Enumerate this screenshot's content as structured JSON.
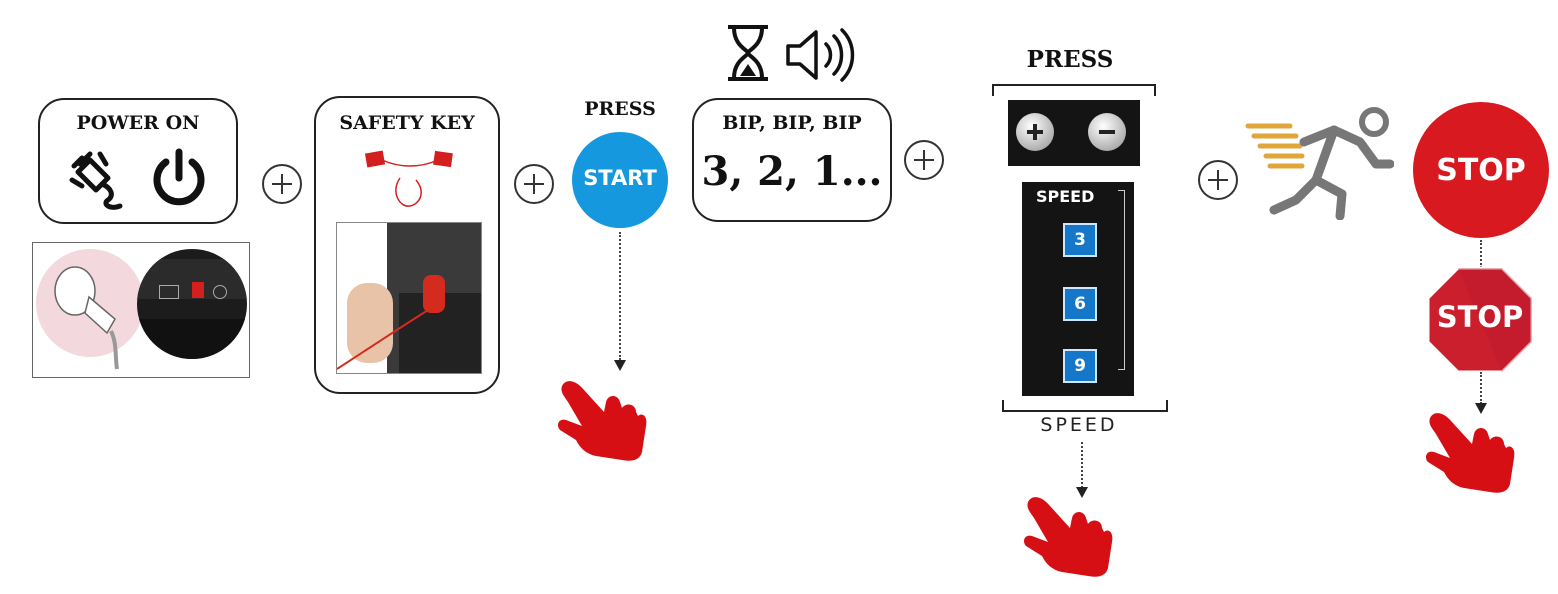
{
  "steps": {
    "power_on": {
      "title": "POWER ON"
    },
    "safety_key": {
      "title": "SAFETY KEY"
    },
    "start": {
      "press_label": "PRESS",
      "button_label": "START"
    },
    "countdown": {
      "title": "BIP, BIP, BIP",
      "value": "3, 2, 1..."
    },
    "speed": {
      "press_label": "PRESS",
      "panel_label": "SPEED",
      "keys": [
        "3",
        "6",
        "9"
      ],
      "caption": "SPEED"
    },
    "stop": {
      "button_label": "STOP",
      "sign_label": "STOP"
    }
  },
  "colors": {
    "start_blue": "#1598de",
    "stop_red": "#d8191f",
    "hand_red": "#d50f14",
    "speed_key_blue": "#1577c9"
  },
  "icons": [
    "plug-icon",
    "power-icon",
    "hourglass-icon",
    "speaker-icon",
    "plus-icon",
    "hand-pointer-icon",
    "runner-icon",
    "stop-sign-icon"
  ]
}
